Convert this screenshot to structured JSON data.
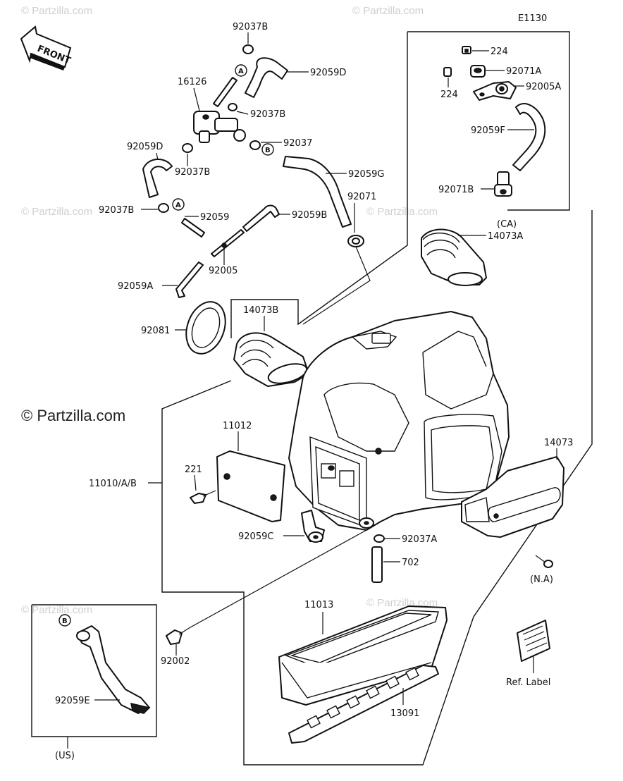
{
  "diagram_code": "E1130",
  "front_arrow_label": "FRONT",
  "watermark_main": "© Partzilla.com",
  "watermark_faint": "© Partzilla.com",
  "parts": {
    "p92037B_top": "92037B",
    "p92059D_top": "92059D",
    "p16126": "16126",
    "p92037B_mid": "92037B",
    "p92059D_left": "92059D",
    "p92037B_left": "92037B",
    "p92037": "92037",
    "p92059G": "92059G",
    "p92037B_low": "92037B",
    "p92059": "92059",
    "p92059B": "92059B",
    "p92071": "92071",
    "p92005": "92005",
    "p92059A": "92059A",
    "p92081": "92081",
    "p14073B": "14073B",
    "p14073A": "14073A",
    "p224_a": "224",
    "p224_b": "224",
    "p92071A": "92071A",
    "p92005A": "92005A",
    "p92059F": "92059F",
    "p92071B": "92071B",
    "region_CA": "(CA)",
    "p11012": "11012",
    "p221": "221",
    "p11010": "11010/A/B",
    "p92059C": "92059C",
    "p92037A": "92037A",
    "p702": "702",
    "p14073": "14073",
    "region_NA": "(N.A)",
    "p11013": "11013",
    "p92002": "92002",
    "p13091": "13091",
    "ref_label": "Ref. Label",
    "p92059E": "92059E",
    "region_US": "(US)"
  },
  "tags": {
    "A": "A",
    "B": "B"
  }
}
